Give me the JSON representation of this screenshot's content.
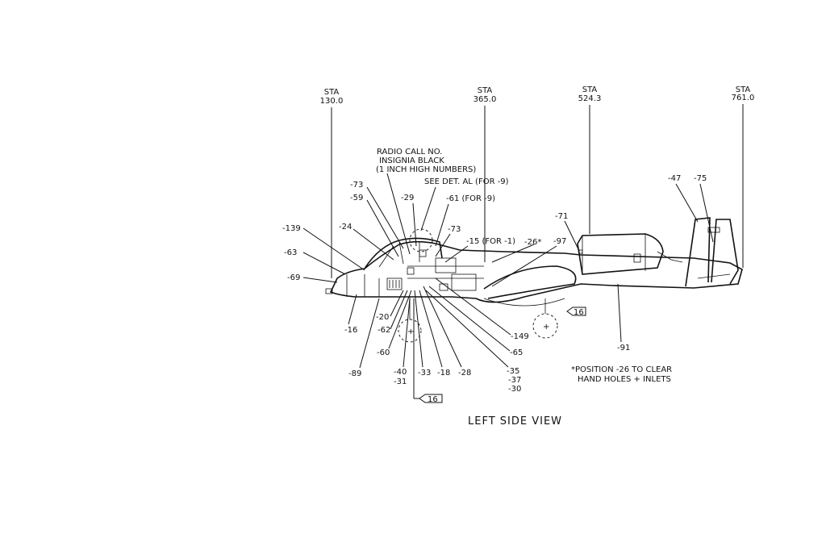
{
  "title": "LEFT SIDE VIEW",
  "stations": [
    {
      "label": "STA",
      "value": "130.0"
    },
    {
      "label": "STA",
      "value": "365.0"
    },
    {
      "label": "STA",
      "value": "524.3"
    },
    {
      "label": "STA",
      "value": "761.0"
    }
  ],
  "notes": {
    "radio_line1": "RADIO CALL NO.",
    "radio_line2": "INSIGNIA BLACK",
    "radio_line3": "(1 INCH HIGH NUMBERS)",
    "see_detail": "SEE DET. AL (FOR -9)",
    "position_line1": "*POSITION -26 TO CLEAR",
    "position_line2": "HAND HOLES + INLETS"
  },
  "callouts": {
    "c139": "-139",
    "c24": "-24",
    "c73a": "-73",
    "c59": "-59",
    "c29": "-29",
    "c61": "-61 (FOR -9)",
    "c73b": "-73",
    "c15": "-15 (FOR -1)",
    "c26": "-26*",
    "c97": "-97",
    "c71": "-71",
    "c47": "-47",
    "c75": "-75",
    "c63": "-63",
    "c69": "-69",
    "c16": "-16",
    "c89": "-89",
    "c20": "-20",
    "c62": "-62",
    "c60": "-60",
    "c40": "-40",
    "c31": "-31",
    "c33": "-33",
    "c18": "-18",
    "c28": "-28",
    "c149": "-149",
    "c65": "-65",
    "c35": "-35",
    "c37": "-37",
    "c30": "-30",
    "c91": "-91"
  },
  "detail_tags": {
    "tag_a": "16",
    "tag_b": "16"
  }
}
